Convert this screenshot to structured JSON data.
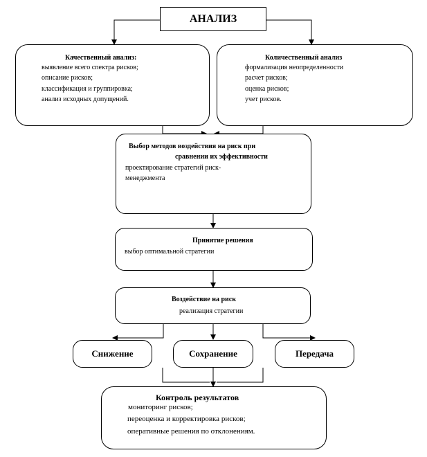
{
  "analysis": {
    "title": "АНАЛИЗ"
  },
  "qualitative": {
    "title": "Качественный  анализ:",
    "items": [
      "выявление всего спектра рисков;",
      "описание рисков;",
      "классификация и группировка;",
      "анализ исходных  допущений."
    ]
  },
  "quantitative": {
    "title": "Количественный  анализ",
    "items": [
      "формализация неопределенности",
      "расчет рисков;",
      "оценка рисков;",
      "учет рисков."
    ]
  },
  "methods": {
    "title_line1": "Выбор  методов  воздействия  на  риск  при",
    "title_line2": "сравнении  их  эффективности",
    "text_line1": "проектирование стратегий риск-",
    "text_line2": "менеджмента"
  },
  "decision": {
    "title": "Принятие  решения",
    "text": "выбор оптимальной стратегии"
  },
  "impact": {
    "title": "Воздействие  на  риск",
    "text": "реализация стратегии"
  },
  "options": {
    "reduction": "Снижение",
    "retention": "Сохранение",
    "transfer": "Передача"
  },
  "control": {
    "title": "Контроль  результатов",
    "items": [
      "мониторинг  рисков;",
      "переоценка и корректировка рисков;",
      "оперативные решения по отклонениям."
    ]
  }
}
